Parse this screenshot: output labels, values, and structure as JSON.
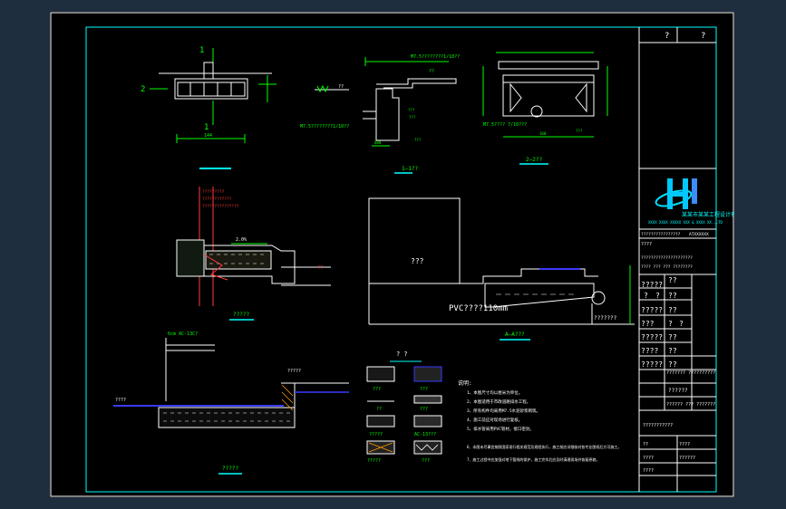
{
  "colors": {
    "background": "#1f2e3e",
    "sheet": "#000000",
    "frame": "#00ffff",
    "drawing": "#ffffff",
    "dimension": "#00ff00",
    "annotation": "#ff3b3b",
    "accent_blue": "#3a3aff"
  },
  "title_block": {
    "header_left": "?",
    "header_right": "?",
    "company_name": "某某市某某工程设计有限公司",
    "company_sub": "XXXX XXXX XXXXX XXX & XXXX XX.,LTD",
    "lines": [
      "????????????????",
      "ATXXXXXX",
      "????",
      "?????????????????????",
      "???? ??? ??? ????????"
    ],
    "grid_rows": [
      [
        "?????",
        "??",
        ""
      ],
      [
        "?",
        "?",
        "??"
      ],
      [
        "?????",
        "??",
        ""
      ],
      [
        "???",
        "?",
        "?"
      ],
      [
        "?????",
        "??",
        ""
      ],
      [
        "????",
        "??",
        ""
      ],
      [
        "?????",
        "??",
        ""
      ]
    ],
    "drawing_title_1": "??????? ??????????",
    "drawing_title_2": "??????",
    "drawing_title_3": "?????? ??? ???????",
    "drawing_title_4": "???????????",
    "footer": [
      "??",
      "????",
      "????",
      "??????",
      "????"
    ]
  },
  "views": {
    "plan": {
      "label_top": "1",
      "label_side": "2",
      "label_bottom": "1",
      "dim": "144"
    },
    "section_1": {
      "label": "1—1??",
      "note_top": "M7.5????????1/10??",
      "note_mid": "??",
      "note_left": "M7.5????????1/10??",
      "dims": [
        "600",
        "???",
        "???"
      ]
    },
    "section_2": {
      "label": "2—2??",
      "note": "M7.5???? 7/10???",
      "dims": [
        "100",
        "???",
        "???"
      ]
    },
    "detail_left": {
      "label": "?????",
      "tags": [
        "?????????",
        "????????????",
        "???????????????"
      ],
      "slope": "2.0%",
      "right_tag": "??"
    },
    "section_a": {
      "label": "A—A???",
      "block": "???",
      "pipe_label": "PVC????110mm",
      "right_note": "???????"
    },
    "pavement": {
      "label": "?????",
      "layer": "6cm  AC-13C?",
      "left_tag": "????",
      "right_tag": "?????"
    },
    "legend": {
      "title": "?  ?",
      "items": [
        "???",
        "???",
        "??",
        "???",
        "?????",
        "AC-13???",
        "?????",
        "???"
      ]
    },
    "notes": {
      "title": "说明:",
      "items": [
        "1、本图尺寸均以厘米为单位。",
        "2、本图适用于市政道路排水工程。",
        "3、所有构件均采用M7.5水泥砂浆砌筑。",
        "4、施工前应对现场进行复核。",
        "5、排水管采用PVC管材，接口密封。",
        "6、本图未尽事宜按照国家现行相关规范及规程执行，施工前应详细核对各专业图纸后方可施工。",
        "7、施工过程中应加强对地下管线的保护，施工完毕后应及时清理现场并恢复原貌。"
      ]
    }
  }
}
